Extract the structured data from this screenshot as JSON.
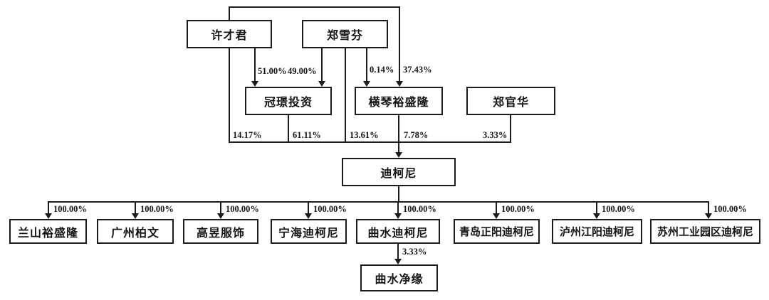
{
  "diagram": {
    "type": "equity-ownership-structure",
    "colors": {
      "line": "#1c1c1c",
      "background": "#ffffff"
    },
    "nodes": {
      "xu_caijun": {
        "label": "许才君"
      },
      "zheng_xuefen": {
        "label": "郑雪芬"
      },
      "guanjing": {
        "label": "冠璟投资"
      },
      "hengqin": {
        "label": "横琴裕盛隆"
      },
      "zheng_guanhua": {
        "label": "郑官华"
      },
      "dikeni": {
        "label": "迪柯尼"
      },
      "lanshan": {
        "label": "兰山裕盛隆"
      },
      "guangzhou_bowen": {
        "label": "广州柏文"
      },
      "gaoyu_fushi": {
        "label": "高昱服饰"
      },
      "ninghai_dikeni": {
        "label": "宁海迪柯尼"
      },
      "qushui_dikeni": {
        "label": "曲水迪柯尼"
      },
      "qingdao_dikeni": {
        "label": "青岛正阳迪柯尼"
      },
      "luzhou_dikeni": {
        "label": "泸州江阳迪柯尼"
      },
      "suzhou_dikeni": {
        "label": "苏州工业园区迪柯尼"
      },
      "qushui_jingyuan": {
        "label": "曲水净缘"
      }
    },
    "edges": [
      {
        "from": "许才君",
        "to": "冠璟投资",
        "pct": "51.00%"
      },
      {
        "from": "郑雪芬",
        "to": "冠璟投资",
        "pct": "49.00%"
      },
      {
        "from": "郑雪芬",
        "to": "横琴裕盛隆",
        "pct": "0.14%"
      },
      {
        "from": "许才君",
        "to": "横琴裕盛隆",
        "pct": "37.43%"
      },
      {
        "from": "许才君",
        "to": "迪柯尼",
        "pct": "14.17%"
      },
      {
        "from": "冠璟投资",
        "to": "迪柯尼",
        "pct": "61.11%"
      },
      {
        "from": "郑雪芬",
        "to": "迪柯尼",
        "pct": "13.61%"
      },
      {
        "from": "横琴裕盛隆",
        "to": "迪柯尼",
        "pct": "7.78%"
      },
      {
        "from": "郑官华",
        "to": "迪柯尼",
        "pct": "3.33%"
      },
      {
        "from": "迪柯尼",
        "to": "兰山裕盛隆",
        "pct": "100.00%"
      },
      {
        "from": "迪柯尼",
        "to": "广州柏文",
        "pct": "100.00%"
      },
      {
        "from": "迪柯尼",
        "to": "高昱服饰",
        "pct": "100.00%"
      },
      {
        "from": "迪柯尼",
        "to": "宁海迪柯尼",
        "pct": "100.00%"
      },
      {
        "from": "迪柯尼",
        "to": "曲水迪柯尼",
        "pct": "100.00%"
      },
      {
        "from": "迪柯尼",
        "to": "青岛正阳迪柯尼",
        "pct": "100.00%"
      },
      {
        "from": "迪柯尼",
        "to": "泸州江阳迪柯尼",
        "pct": "100.00%"
      },
      {
        "from": "迪柯尼",
        "to": "苏州工业园区迪柯尼",
        "pct": "100.00%"
      },
      {
        "from": "曲水迪柯尼",
        "to": "曲水净缘",
        "pct": "3.33%"
      }
    ]
  }
}
